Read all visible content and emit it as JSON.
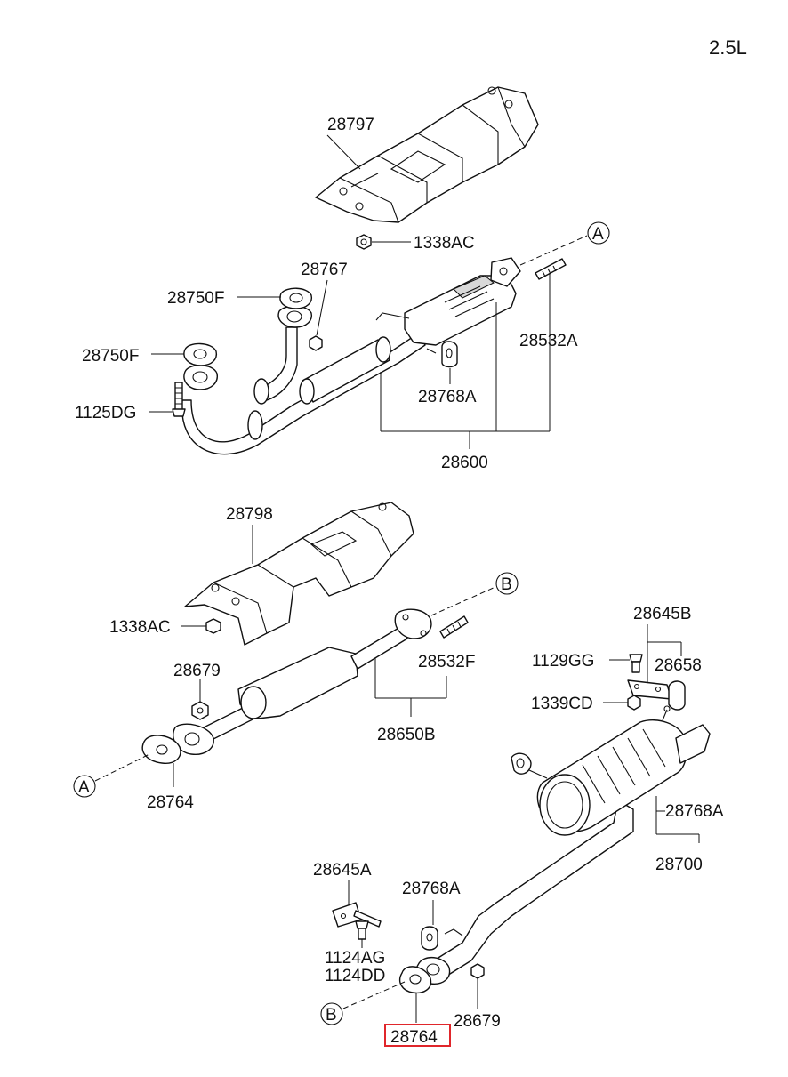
{
  "engine": "2.5L",
  "refs": {
    "a": "A",
    "b": "B"
  },
  "parts": {
    "heat_protector_upper": "28797",
    "nut_upper": "1338AC",
    "gasket_left": "28750F",
    "gasket_right": "28750F",
    "nut_front": "28767",
    "bolt_front": "1125DG",
    "stud_front": "28532A",
    "hanger_front": "28768A",
    "front_pipe_assy": "28600",
    "heat_protector_center": "28798",
    "nut_center": "1338AC",
    "nut_center_pipe": "28679",
    "stud_center": "28532F",
    "center_muffler_assy": "28650B",
    "gasket_center": "28764",
    "bracket_rear_upper": "28645B",
    "bolt_rear_upper": "1129GG",
    "bracket_rear_upper_sub": "28658",
    "nut_rear_upper": "1339CD",
    "hanger_rear_upper": "28768A",
    "main_muffler_assy": "28700",
    "bracket_rear_lower": "28645A",
    "hanger_rear_lower": "28768A",
    "bolt_rear_lower_1": "1124AG",
    "bolt_rear_lower_2": "1124DD",
    "nut_rear_lower": "28679",
    "gasket_rear_highlighted": "28764"
  },
  "colors": {
    "highlight": "#e0262b",
    "ink": "#111111",
    "paper": "#ffffff"
  }
}
